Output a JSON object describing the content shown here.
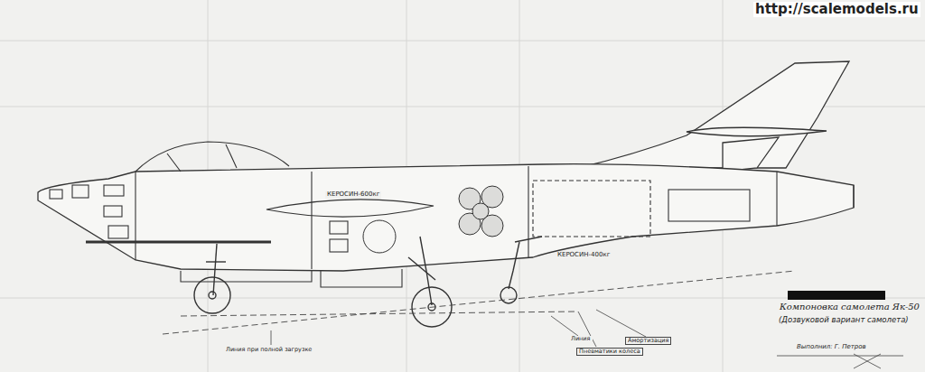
{
  "diagram": {
    "title": "Компоновка самолета Як-50",
    "labels": [
      "http://scalemodels.ru",
      "КЕРОСИН-600кг",
      "КЕРОСИН-400кг",
      "(Дозвуковой вариант самолета)",
      "Выполнил: Г. Петров",
      "Линия при полной загрузке",
      "Линия",
      "Пневматики колеса",
      "Амортизация"
    ]
  }
}
